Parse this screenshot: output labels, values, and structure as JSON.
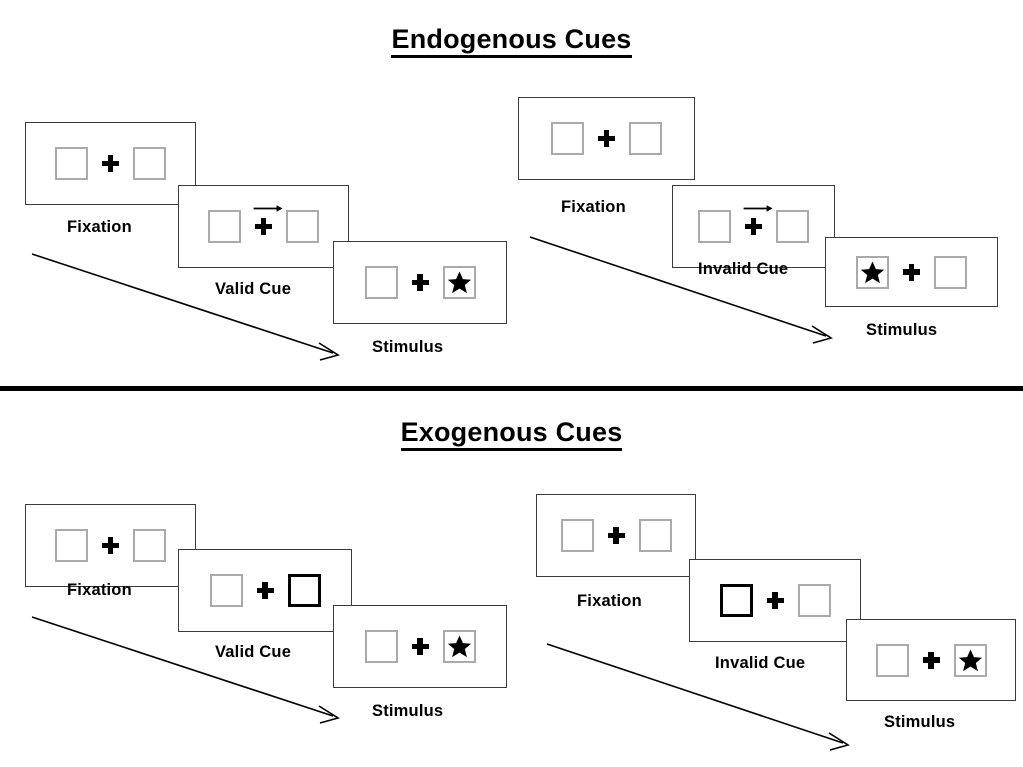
{
  "sections": [
    {
      "id": "endogenous",
      "title": "Endogenous Cues",
      "sequences": [
        {
          "id": "endogenous-valid",
          "frames": [
            {
              "caption": "Fixation",
              "left_content": "empty-box",
              "right_content": "empty-box",
              "cue": "none"
            },
            {
              "caption": "Valid Cue",
              "left_content": "empty-box",
              "right_content": "empty-box",
              "cue": "arrow-right"
            },
            {
              "caption": "Stimulus",
              "left_content": "empty-box",
              "right_content": "star",
              "cue": "none"
            }
          ]
        },
        {
          "id": "endogenous-invalid",
          "frames": [
            {
              "caption": "Fixation",
              "left_content": "empty-box",
              "right_content": "empty-box",
              "cue": "none"
            },
            {
              "caption": "Invalid Cue",
              "left_content": "empty-box",
              "right_content": "empty-box",
              "cue": "arrow-right"
            },
            {
              "caption": "Stimulus",
              "left_content": "star",
              "right_content": "empty-box",
              "cue": "none"
            }
          ]
        }
      ]
    },
    {
      "id": "exogenous",
      "title": "Exogenous Cues",
      "sequences": [
        {
          "id": "exogenous-valid",
          "frames": [
            {
              "caption": "Fixation",
              "left_content": "empty-box",
              "right_content": "empty-box",
              "cue": "none"
            },
            {
              "caption": "Valid Cue",
              "left_content": "empty-box",
              "right_content": "empty-box",
              "cue": "highlight-right"
            },
            {
              "caption": "Stimulus",
              "left_content": "empty-box",
              "right_content": "star",
              "cue": "none"
            }
          ]
        },
        {
          "id": "exogenous-invalid",
          "frames": [
            {
              "caption": "Fixation",
              "left_content": "empty-box",
              "right_content": "empty-box",
              "cue": "none"
            },
            {
              "caption": "Invalid Cue",
              "left_content": "empty-box",
              "right_content": "empty-box",
              "cue": "highlight-left"
            },
            {
              "caption": "Stimulus",
              "left_content": "empty-box",
              "right_content": "star",
              "cue": "none"
            }
          ]
        }
      ]
    }
  ],
  "colors": {
    "background": "#ffffff",
    "ink": "#000000",
    "panel_border": "#3a3a3a",
    "box_border": "#aaaaaa",
    "cued_box_border": "#000000",
    "divider": "#000000"
  },
  "icons": {
    "fixation_cross": "plus-icon",
    "stimulus": "star-icon",
    "endogenous_cue": "arrow-right-icon",
    "timeline": "timeline-arrow-icon"
  }
}
